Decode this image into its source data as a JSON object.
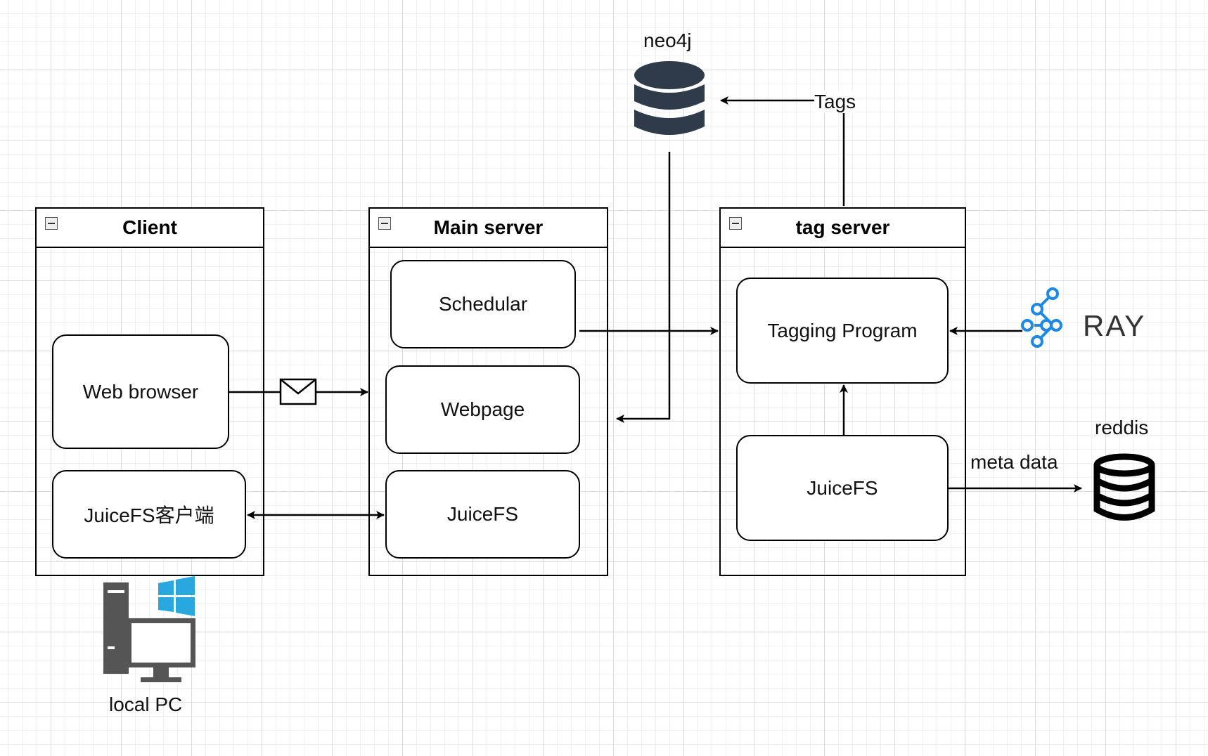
{
  "containers": {
    "client": {
      "title": "Client"
    },
    "main": {
      "title": "Main server"
    },
    "tag": {
      "title": "tag server"
    }
  },
  "nodes": {
    "web_browser": "Web browser",
    "juicefs_client": "JuiceFS客户端",
    "schedular": "Schedular",
    "webpage": "Webpage",
    "juicefs_main": "JuiceFS",
    "tagging_program": "Tagging Program",
    "juicefs_tag": "JuiceFS"
  },
  "labels": {
    "neo4j": "neo4j",
    "tags": "Tags",
    "reddis": "reddis",
    "meta_data": "meta data",
    "local_pc": "local PC",
    "ray": "RAY"
  },
  "colors": {
    "db_neo4j": "#2f3b4a",
    "ray_blue": "#1e88e5",
    "windows_blue": "#29a8e0",
    "pc_gray": "#555555"
  }
}
